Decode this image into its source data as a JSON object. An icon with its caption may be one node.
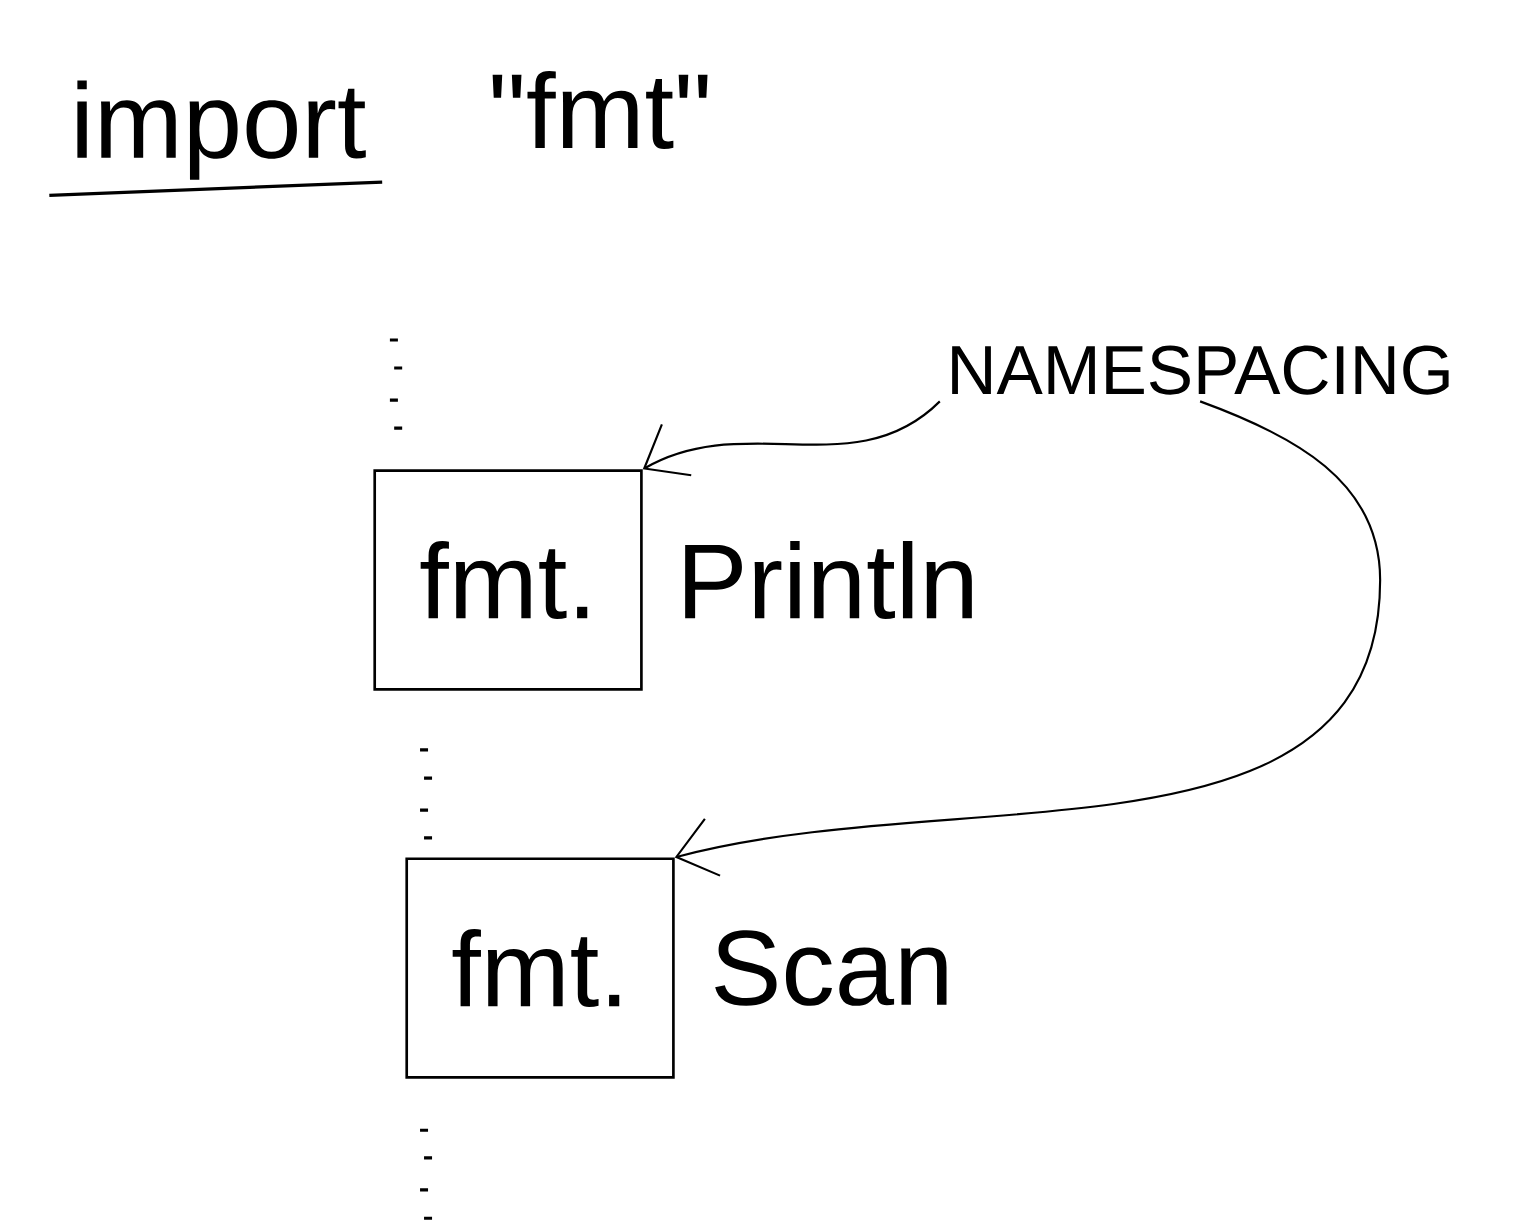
{
  "diagram": {
    "nodes": [
      {
        "text": [
          "NAMESPACING"
        ]
      },
      {
        "text": [
          "fmt."
        ],
        "beside": [
          "Println"
        ]
      },
      {
        "text": [
          "fmt."
        ],
        "beside": [
          "Scan"
        ]
      }
    ],
    "edges": [
      {
        "from": 0,
        "to": 1,
        "arrow": "to"
      },
      {
        "from": 0,
        "to": 2,
        "arrow": "to"
      }
    ],
    "labels": [
      "import",
      "\"fmt\""
    ]
  }
}
